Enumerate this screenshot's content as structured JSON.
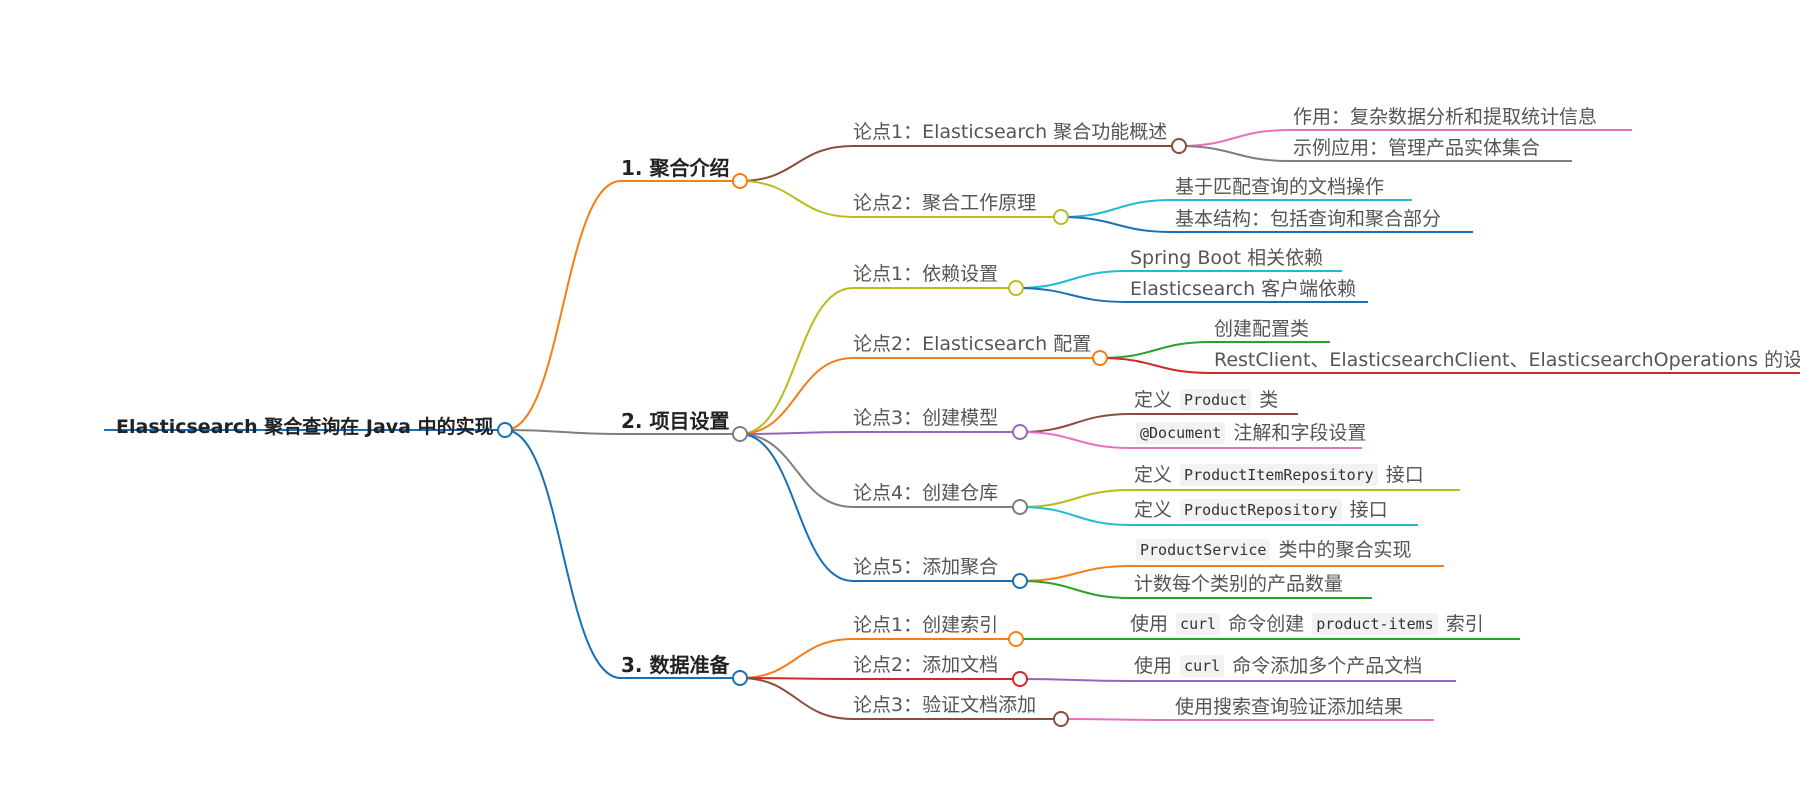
{
  "mindmap": {
    "root": {
      "id": "root",
      "label": "Elasticsearch 聚合查询在 Java 中的实现",
      "color": "#1a6fb5"
    },
    "branches": [
      {
        "id": "b1",
        "label": "1. 聚合介绍",
        "color": "#f57e16",
        "points": [
          {
            "id": "b1p1",
            "label": "论点1：Elasticsearch 聚合功能概述",
            "color": "#8b4c3b",
            "leaves": [
              {
                "id": "b1p1l1",
                "label": "作用：复杂数据分析和提取统计信息",
                "color": "#e870c0"
              },
              {
                "id": "b1p1l2",
                "label": "示例应用：管理产品实体集合",
                "color": "#7f7f7f"
              }
            ]
          },
          {
            "id": "b1p2",
            "label": "论点2：聚合工作原理",
            "color": "#b8bd1c",
            "leaves": [
              {
                "id": "b1p2l1",
                "label": "基于匹配查询的文档操作",
                "color": "#20bcd0"
              },
              {
                "id": "b1p2l2",
                "label": "基本结构：包括查询和聚合部分",
                "color": "#1a6fb5"
              }
            ]
          }
        ]
      },
      {
        "id": "b2",
        "label": "2. 项目设置",
        "color": "#7f7f7f",
        "points": [
          {
            "id": "b2p1",
            "label": "论点1：依赖设置",
            "color": "#b8bd1c",
            "leaves": [
              {
                "id": "b2p1l1",
                "label": "Spring Boot 相关依赖",
                "color": "#20bcd0"
              },
              {
                "id": "b2p1l2",
                "label": "Elasticsearch 客户端依赖",
                "color": "#1a6fb5"
              }
            ]
          },
          {
            "id": "b2p2",
            "label": "论点2：Elasticsearch 配置",
            "color": "#f57e16",
            "leaves": [
              {
                "id": "b2p2l1",
                "label": "创建配置类",
                "color": "#2ca02c"
              },
              {
                "id": "b2p2l2",
                "label": "RestClient、ElasticsearchClient、ElasticsearchOperations 的设置",
                "color": "#d62728"
              }
            ]
          },
          {
            "id": "b2p3",
            "label": "论点3：创建模型",
            "color": "#9467bd",
            "leaves": [
              {
                "id": "b2p3l1",
                "label": "",
                "color": "#8b4c3b",
                "segments": [
                  {
                    "t": "定义 "
                  },
                  {
                    "t": "Product",
                    "code": true
                  },
                  {
                    "t": " 类"
                  }
                ]
              },
              {
                "id": "b2p3l2",
                "label": "",
                "color": "#e870c0",
                "segments": [
                  {
                    "t": "@Document",
                    "code": true
                  },
                  {
                    "t": " 注解和字段设置"
                  }
                ]
              }
            ]
          },
          {
            "id": "b2p4",
            "label": "论点4：创建仓库",
            "color": "#7f7f7f",
            "leaves": [
              {
                "id": "b2p4l1",
                "label": "",
                "color": "#b8bd1c",
                "segments": [
                  {
                    "t": "定义 "
                  },
                  {
                    "t": "ProductItemRepository",
                    "code": true
                  },
                  {
                    "t": " 接口"
                  }
                ]
              },
              {
                "id": "b2p4l2",
                "label": "",
                "color": "#20bcd0",
                "segments": [
                  {
                    "t": "定义 "
                  },
                  {
                    "t": "ProductRepository",
                    "code": true
                  },
                  {
                    "t": " 接口"
                  }
                ]
              }
            ]
          },
          {
            "id": "b2p5",
            "label": "论点5：添加聚合",
            "color": "#1a6fb5",
            "leaves": [
              {
                "id": "b2p5l1",
                "label": "",
                "color": "#f57e16",
                "segments": [
                  {
                    "t": "ProductService",
                    "code": true
                  },
                  {
                    "t": " 类中的聚合实现"
                  }
                ]
              },
              {
                "id": "b2p5l2",
                "label": "计数每个类别的产品数量",
                "color": "#2ca02c"
              }
            ]
          }
        ]
      },
      {
        "id": "b3",
        "label": "3. 数据准备",
        "color": "#1a6fb5",
        "points": [
          {
            "id": "b3p1",
            "label": "论点1：创建索引",
            "color": "#f57e16",
            "leaves": [
              {
                "id": "b3p1l1",
                "label": "",
                "color": "#2ca02c",
                "segments": [
                  {
                    "t": "使用 "
                  },
                  {
                    "t": "curl",
                    "code": true
                  },
                  {
                    "t": " 命令创建 "
                  },
                  {
                    "t": "product-items",
                    "code": true
                  },
                  {
                    "t": " 索引"
                  }
                ]
              }
            ]
          },
          {
            "id": "b3p2",
            "label": "论点2：添加文档",
            "color": "#d62728",
            "leaves": [
              {
                "id": "b3p2l1",
                "label": "",
                "color": "#9467bd",
                "segments": [
                  {
                    "t": "使用 "
                  },
                  {
                    "t": "curl",
                    "code": true
                  },
                  {
                    "t": " 命令添加多个产品文档"
                  }
                ]
              }
            ]
          },
          {
            "id": "b3p3",
            "label": "论点3：验证文档添加",
            "color": "#8b4c3b",
            "leaves": [
              {
                "id": "b3p3l1",
                "label": "使用搜索查询验证添加结果",
                "color": "#e870c0"
              }
            ]
          }
        ]
      }
    ]
  }
}
